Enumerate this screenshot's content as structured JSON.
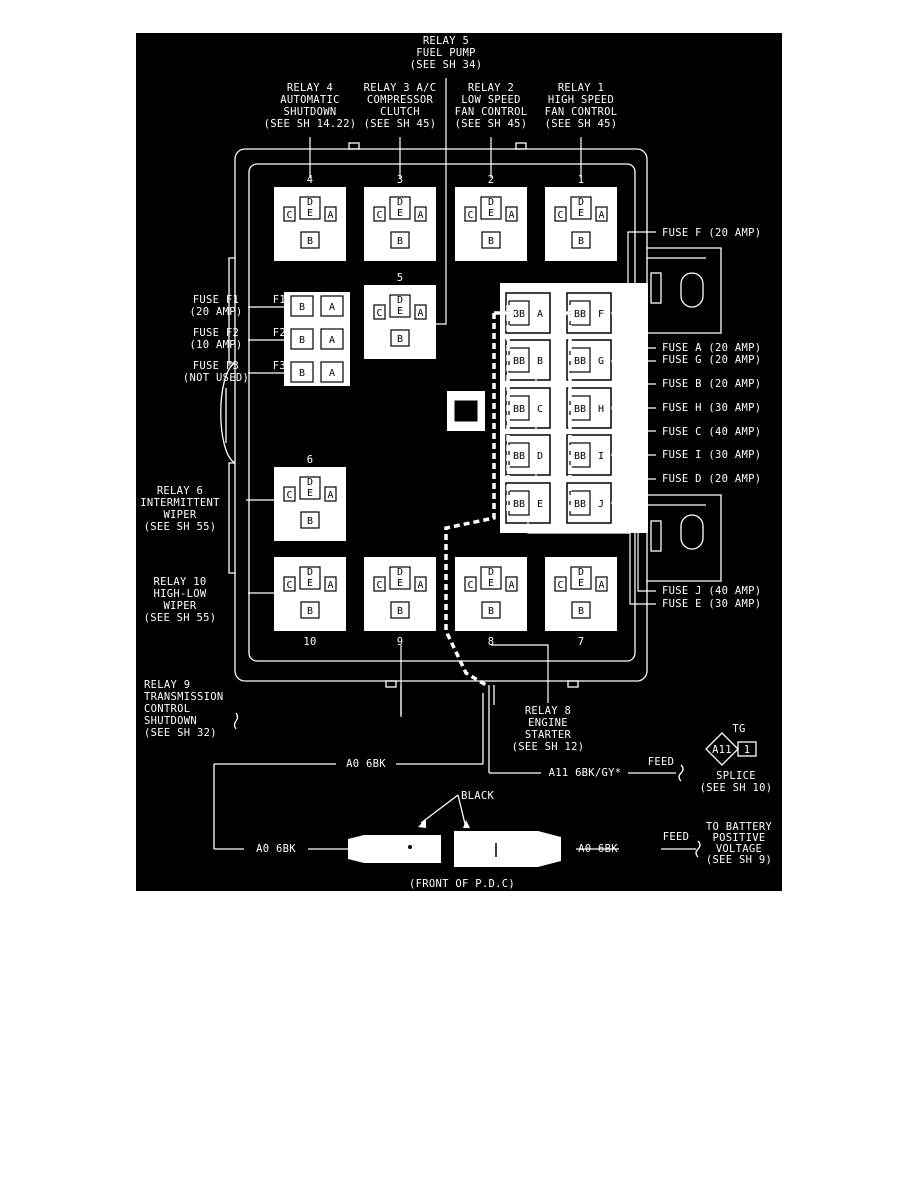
{
  "relays_top": [
    {
      "num": "4",
      "lines": [
        "RELAY 4",
        "AUTOMATIC",
        "SHUTDOWN",
        "(SEE SH 14.22)"
      ]
    },
    {
      "num": "3",
      "lines": [
        "RELAY 3 A/C",
        "COMPRESSOR",
        "CLUTCH",
        "(SEE SH 45)"
      ]
    },
    {
      "num": "2",
      "lines": [
        "RELAY 2",
        "LOW SPEED",
        "FAN CONTROL",
        "(SEE SH 45)"
      ]
    },
    {
      "num": "1",
      "lines": [
        "RELAY 1",
        "HIGH SPEED",
        "FAN CONTROL",
        "(SEE SH 45)"
      ]
    }
  ],
  "relay5": {
    "num": "5",
    "lines": [
      "RELAY 5",
      "FUEL PUMP",
      "(SEE SH 34)"
    ]
  },
  "relay6": {
    "num": "6",
    "lines": [
      "RELAY 6",
      "INTERMITTENT",
      "WIPER",
      "(SEE SH 55)"
    ]
  },
  "relay10": {
    "num": "10",
    "lines": [
      "RELAY 10",
      "HIGH-LOW",
      "WIPER",
      "(SEE SH 55)"
    ]
  },
  "relay9": {
    "num": "9",
    "lines": [
      "RELAY 9",
      "TRANSMISSION",
      "CONTROL",
      "SHUTDOWN",
      "(SEE SH 32)"
    ]
  },
  "relay8": {
    "num": "8",
    "lines": [
      "RELAY 8",
      "ENGINE",
      "STARTER",
      "(SEE SH 12)"
    ]
  },
  "relay7": {
    "num": "7"
  },
  "relay_pins": {
    "a": "A",
    "b": "B",
    "c": "C",
    "d": "D",
    "e": "E"
  },
  "small_fuses": [
    {
      "id": "F1",
      "lines": [
        "FUSE F1",
        "(20 AMP)"
      ]
    },
    {
      "id": "F2",
      "lines": [
        "FUSE F2",
        "(10 AMP)"
      ]
    },
    {
      "id": "F3",
      "lines": [
        "FUSE F3",
        "(NOT USED)"
      ]
    }
  ],
  "small_fuse_pins": {
    "b": "B",
    "a": "A"
  },
  "bb_label": "BB",
  "maxi_fuses_left": [
    "A",
    "B",
    "C",
    "D",
    "E"
  ],
  "maxi_fuses_right": [
    "F",
    "G",
    "H",
    "I",
    "J"
  ],
  "fuse_labels_right": [
    "FUSE F (20 AMP)",
    "FUSE A (20 AMP)",
    "FUSE G (20 AMP)",
    "FUSE B (20 AMP)",
    "FUSE H (30 AMP)",
    "FUSE C (40 AMP)",
    "FUSE I (30 AMP)",
    "FUSE D (20 AMP)",
    "FUSE J (40 AMP)",
    "FUSE E (30 AMP)"
  ],
  "wires": {
    "a0_top": "A0 6BK",
    "a11": "A11 6BK/GY*",
    "feed1": "FEED",
    "a0_left": "A0 6BK",
    "a0_right": "A0 6BK",
    "feed2": "FEED",
    "black": "BLACK"
  },
  "splice": {
    "tag": "TG",
    "code": "A11",
    "pin": "1",
    "lines": [
      "SPLICE",
      "(SEE SH 10)"
    ]
  },
  "battery": {
    "lines": [
      "TO BATTERY",
      "POSITIVE",
      "VOLTAGE",
      "(SEE SH 9)"
    ]
  },
  "front_label": "(FRONT OF P.D.C)"
}
